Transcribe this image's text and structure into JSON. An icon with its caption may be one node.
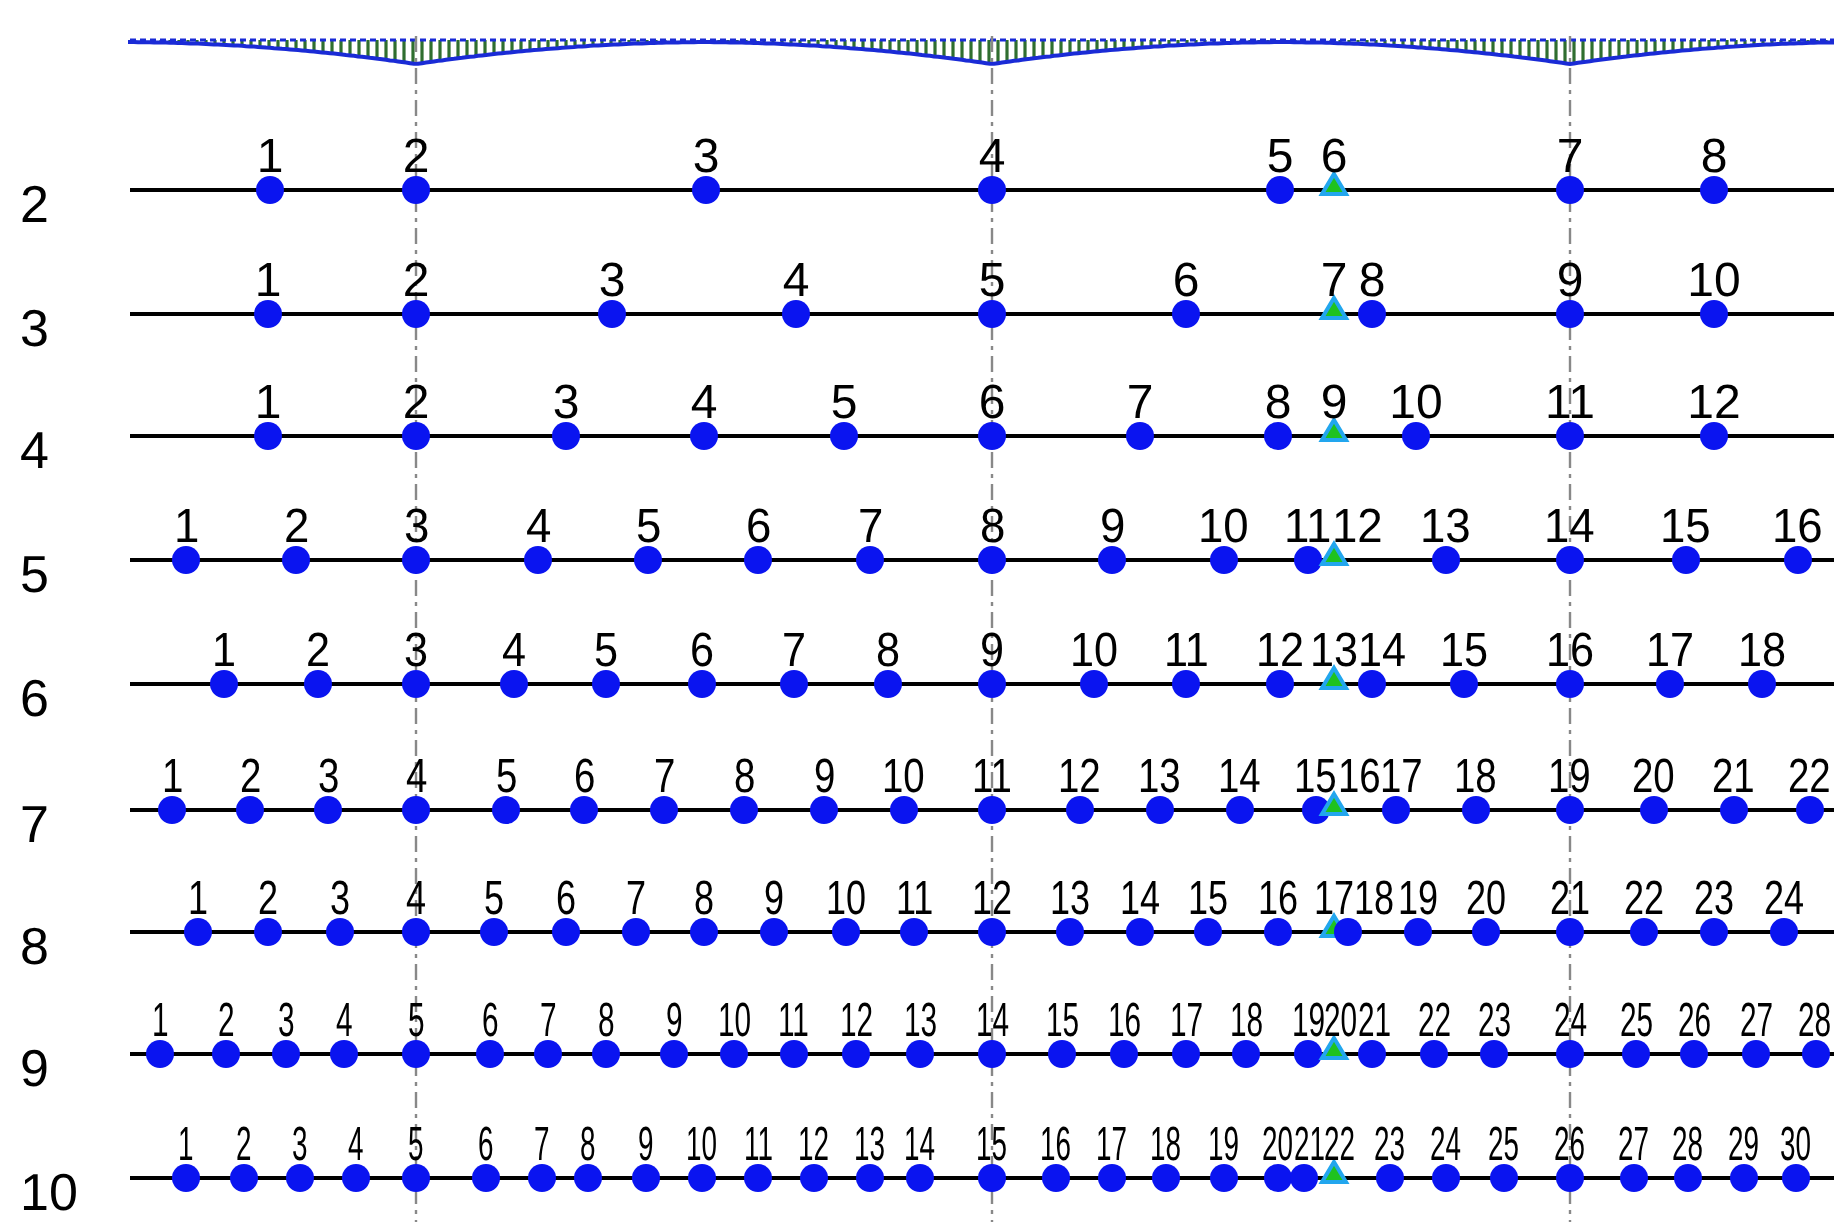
{
  "diagram": {
    "labels": [
      "2",
      "1",
      "2",
      "3",
      "4",
      "5",
      "6",
      "7",
      "8",
      "3",
      "1",
      "2",
      "3",
      "4",
      "5",
      "6",
      "7",
      "8",
      "9",
      "10",
      "4",
      "1",
      "2",
      "3",
      "4",
      "5",
      "6",
      "7",
      "8",
      "9",
      "10",
      "11",
      "12",
      "5",
      "1",
      "2",
      "3",
      "4",
      "5",
      "6",
      "7",
      "8",
      "9",
      "10",
      "11",
      "12",
      "13",
      "14",
      "15",
      "16",
      "6",
      "1",
      "2",
      "3",
      "4",
      "5",
      "6",
      "7",
      "8",
      "9",
      "10",
      "11",
      "12",
      "13",
      "14",
      "15",
      "16",
      "17",
      "18",
      "7",
      "1",
      "2",
      "3",
      "4",
      "5",
      "6",
      "7",
      "8",
      "9",
      "10",
      "11",
      "12",
      "13",
      "14",
      "15",
      "16",
      "17",
      "18",
      "19",
      "20",
      "21",
      "22",
      "8",
      "1",
      "2",
      "3",
      "4",
      "5",
      "6",
      "7",
      "8",
      "9",
      "10",
      "11",
      "12",
      "13",
      "14",
      "15",
      "16",
      "17",
      "18",
      "19",
      "20",
      "21",
      "22",
      "23",
      "24",
      "9",
      "1",
      "2",
      "3",
      "4",
      "5",
      "6",
      "7",
      "8",
      "9",
      "10",
      "11",
      "12",
      "13",
      "14",
      "15",
      "16",
      "17",
      "18",
      "19",
      "20",
      "21",
      "22",
      "23",
      "24",
      "25",
      "26",
      "27",
      "28",
      "10",
      "1",
      "2",
      "3",
      "4",
      "5",
      "6",
      "7",
      "8",
      "9",
      "10",
      "11",
      "12",
      "13",
      "14",
      "15",
      "16",
      "17",
      "18",
      "19",
      "20",
      "21",
      "22",
      "23",
      "24",
      "25",
      "26",
      "27",
      "28",
      "29",
      "30"
    ]
  }
}
